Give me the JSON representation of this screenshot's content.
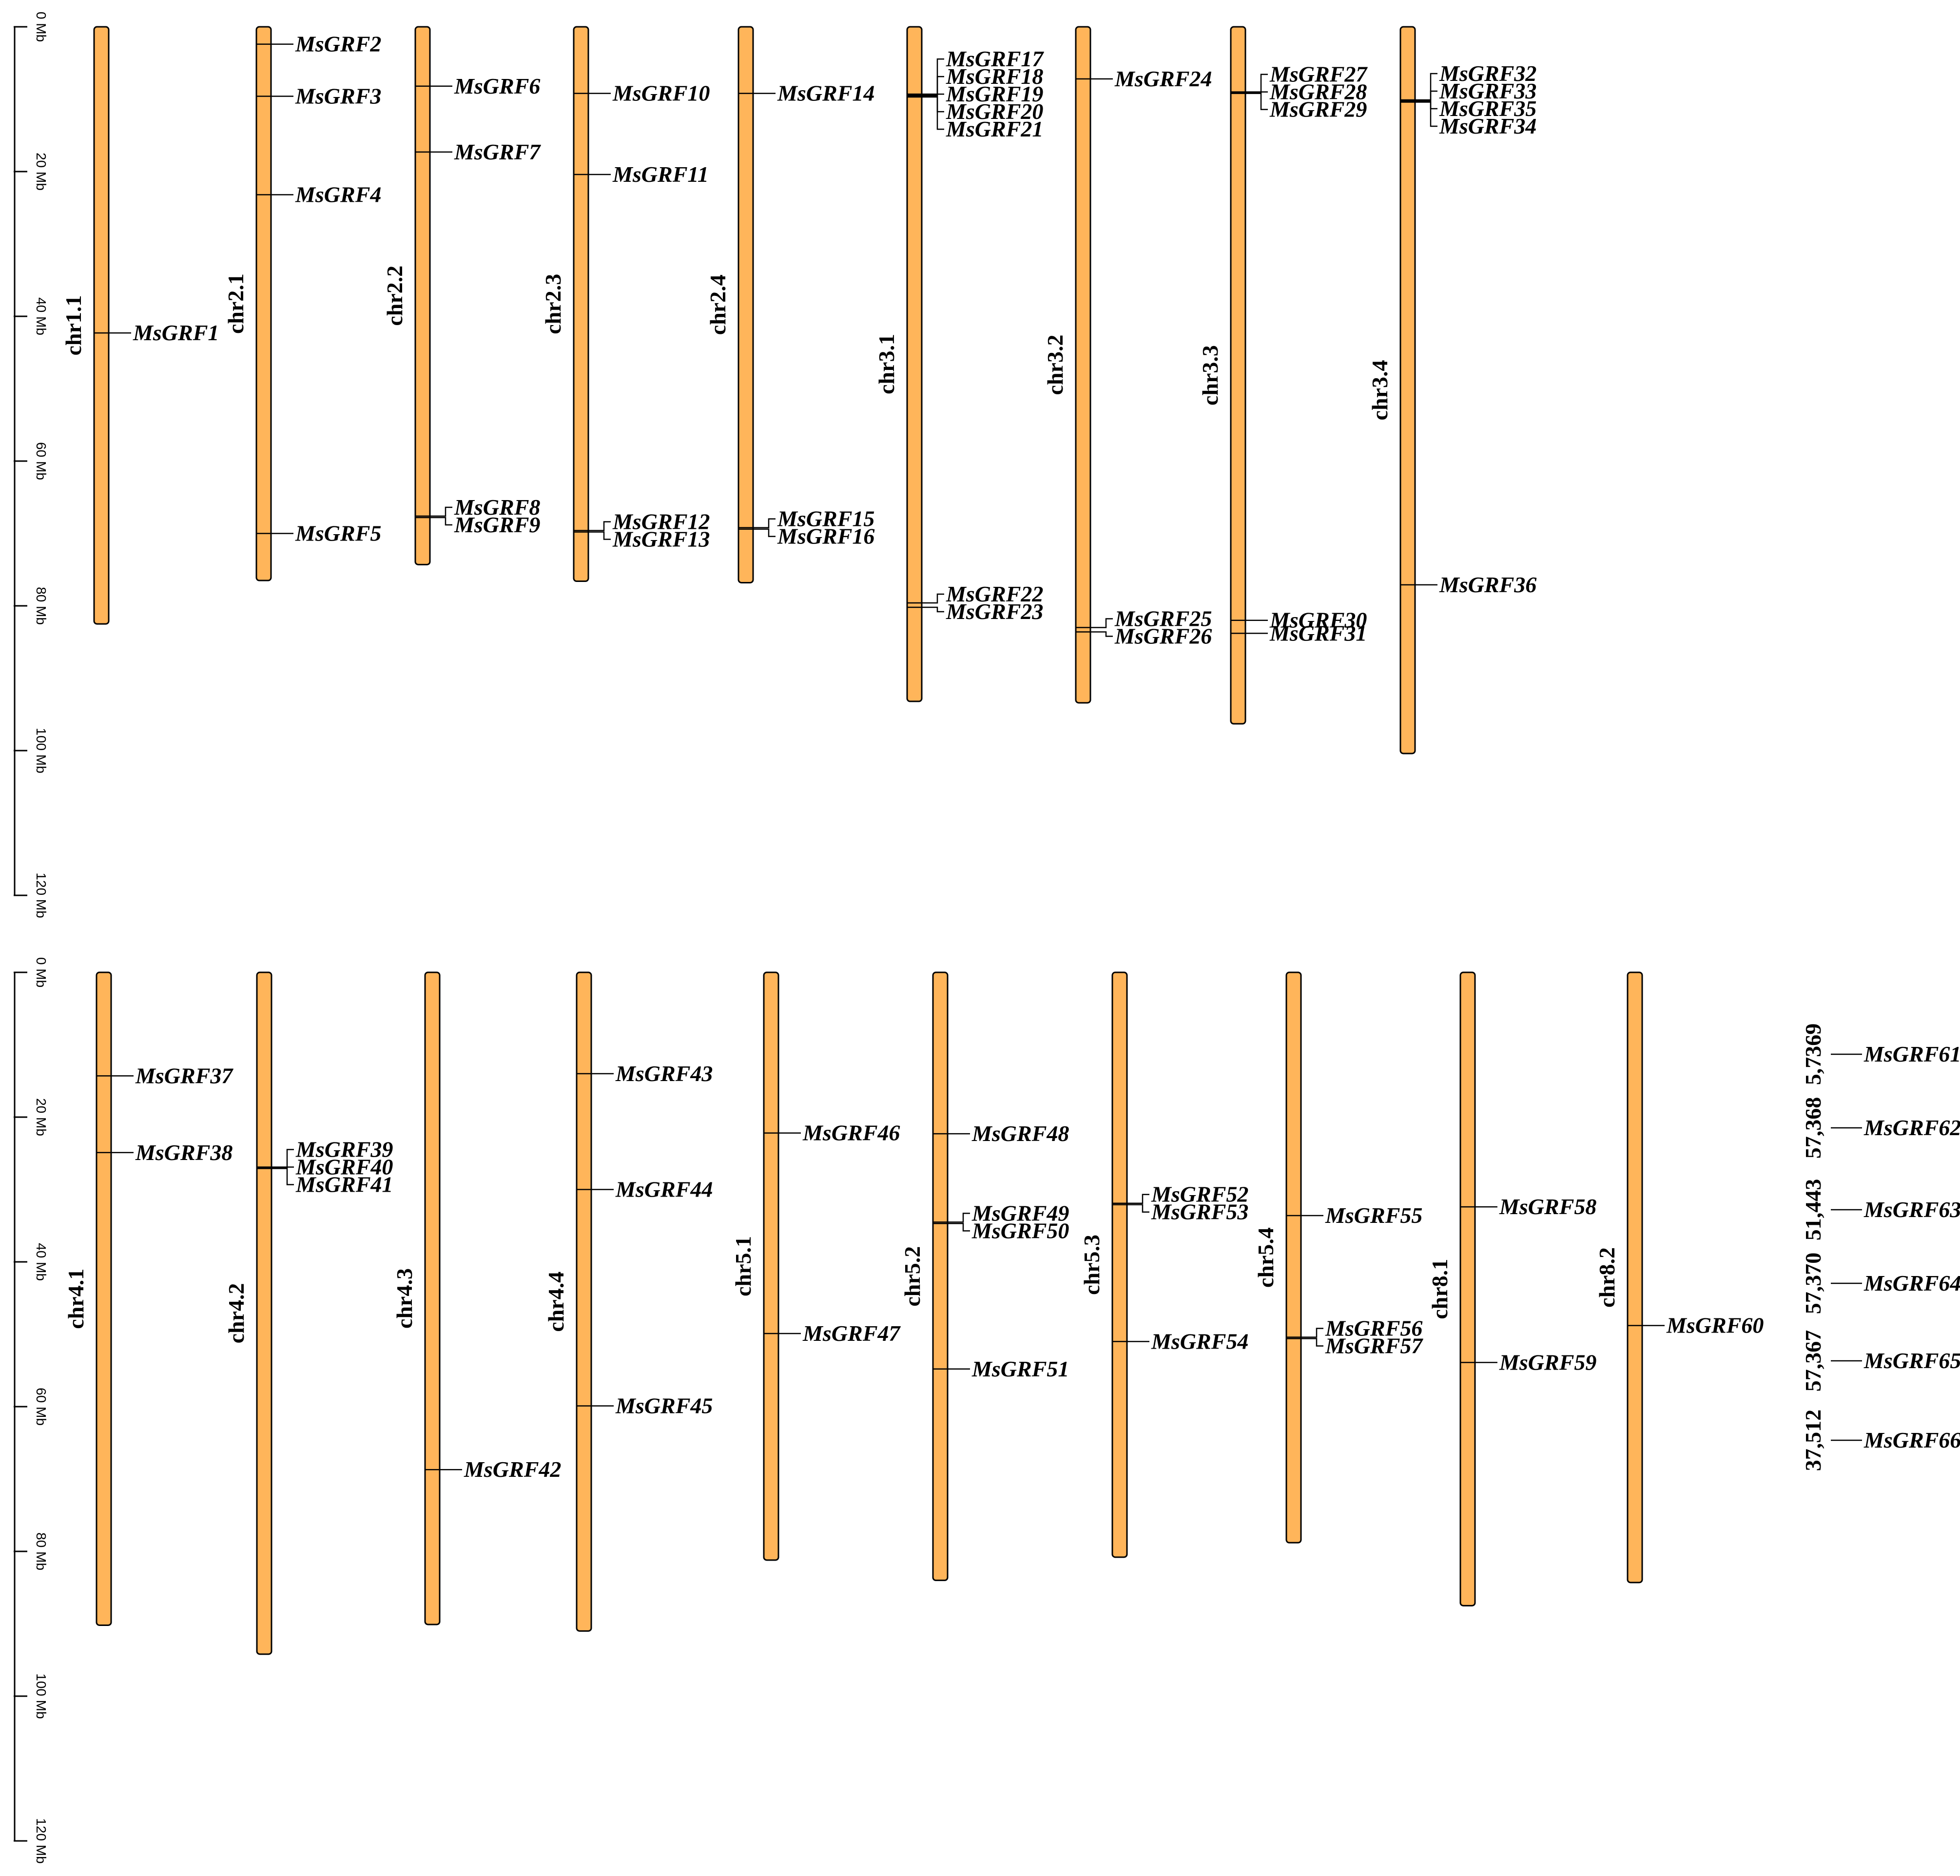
{
  "colors": {
    "chromosome_fill": "#FFB55A",
    "outline": "#000000"
  },
  "axis": {
    "unit": "Mb",
    "max": 120,
    "step": 20,
    "tick_labels": [
      "0 Mb",
      "20 Mb",
      "40 Mb",
      "60 Mb",
      "80 Mb",
      "100 Mb",
      "120 Mb"
    ]
  },
  "panels": [
    {
      "chromosomes": [
        {
          "name": "chr1.1",
          "length": 82.5,
          "genes": [
            {
              "name": "MsGRF1",
              "pos": 42.3
            }
          ]
        },
        {
          "name": "chr2.1",
          "length": 76.5,
          "genes": [
            {
              "name": "MsGRF2",
              "pos": 2.4
            },
            {
              "name": "MsGRF3",
              "pos": 9.6
            },
            {
              "name": "MsGRF4",
              "pos": 23.2
            },
            {
              "name": "MsGRF5",
              "pos": 70.0
            }
          ]
        },
        {
          "name": "chr2.2",
          "length": 74.3,
          "genes": [
            {
              "name": "MsGRF6",
              "pos": 8.2
            },
            {
              "name": "MsGRF7",
              "pos": 17.3
            },
            {
              "name": "MsGRF8",
              "pos": 67.6
            },
            {
              "name": "MsGRF9",
              "pos": 67.8
            }
          ]
        },
        {
          "name": "chr2.3",
          "length": 76.6,
          "genes": [
            {
              "name": "MsGRF10",
              "pos": 9.2
            },
            {
              "name": "MsGRF11",
              "pos": 20.4
            },
            {
              "name": "MsGRF12",
              "pos": 69.6
            },
            {
              "name": "MsGRF13",
              "pos": 69.8
            }
          ]
        },
        {
          "name": "chr2.4",
          "length": 76.8,
          "genes": [
            {
              "name": "MsGRF14",
              "pos": 9.2
            },
            {
              "name": "MsGRF15",
              "pos": 69.2
            },
            {
              "name": "MsGRF16",
              "pos": 69.4
            }
          ]
        },
        {
          "name": "chr3.1",
          "length": 93.2,
          "genes": [
            {
              "name": "MsGRF17",
              "pos": 9.3
            },
            {
              "name": "MsGRF18",
              "pos": 9.4
            },
            {
              "name": "MsGRF19",
              "pos": 9.5
            },
            {
              "name": "MsGRF20",
              "pos": 9.6
            },
            {
              "name": "MsGRF21",
              "pos": 9.7
            },
            {
              "name": "MsGRF22",
              "pos": 79.6
            },
            {
              "name": "MsGRF23",
              "pos": 80.2
            }
          ]
        },
        {
          "name": "chr3.2",
          "length": 93.4,
          "genes": [
            {
              "name": "MsGRF24",
              "pos": 7.2
            },
            {
              "name": "MsGRF25",
              "pos": 83.0
            },
            {
              "name": "MsGRF26",
              "pos": 83.6
            }
          ]
        },
        {
          "name": "chr3.3",
          "length": 96.3,
          "genes": [
            {
              "name": "MsGRF27",
              "pos": 9.0
            },
            {
              "name": "MsGRF28",
              "pos": 9.1
            },
            {
              "name": "MsGRF29",
              "pos": 9.2
            },
            {
              "name": "MsGRF30",
              "pos": 82.0
            },
            {
              "name": "MsGRF31",
              "pos": 83.8
            }
          ]
        },
        {
          "name": "chr3.4",
          "length": 100.4,
          "genes": [
            {
              "name": "MsGRF32",
              "pos": 10.1
            },
            {
              "name": "MsGRF33",
              "pos": 10.2
            },
            {
              "name": "MsGRF35",
              "pos": 10.3
            },
            {
              "name": "MsGRF34",
              "pos": 10.4
            },
            {
              "name": "MsGRF36",
              "pos": 77.1
            }
          ]
        }
      ]
    },
    {
      "chromosomes": [
        {
          "name": "chr4.1",
          "length": 90.2,
          "genes": [
            {
              "name": "MsGRF37",
              "pos": 14.3
            },
            {
              "name": "MsGRF38",
              "pos": 24.9
            }
          ]
        },
        {
          "name": "chr4.2",
          "length": 94.2,
          "genes": [
            {
              "name": "MsGRF39",
              "pos": 26.9
            },
            {
              "name": "MsGRF40",
              "pos": 27.0
            },
            {
              "name": "MsGRF41",
              "pos": 27.1
            }
          ]
        },
        {
          "name": "chr4.3",
          "length": 90.1,
          "genes": [
            {
              "name": "MsGRF42",
              "pos": 68.7
            }
          ]
        },
        {
          "name": "chr4.4",
          "length": 91.0,
          "genes": [
            {
              "name": "MsGRF43",
              "pos": 14.0
            },
            {
              "name": "MsGRF44",
              "pos": 30.0
            },
            {
              "name": "MsGRF45",
              "pos": 59.9
            }
          ]
        },
        {
          "name": "chr5.1",
          "length": 81.2,
          "genes": [
            {
              "name": "MsGRF46",
              "pos": 22.2
            },
            {
              "name": "MsGRF47",
              "pos": 49.9
            }
          ]
        },
        {
          "name": "chr5.2",
          "length": 84.0,
          "genes": [
            {
              "name": "MsGRF48",
              "pos": 22.3
            },
            {
              "name": "MsGRF49",
              "pos": 34.5
            },
            {
              "name": "MsGRF50",
              "pos": 34.7
            },
            {
              "name": "MsGRF51",
              "pos": 54.8
            }
          ]
        },
        {
          "name": "chr5.3",
          "length": 80.8,
          "genes": [
            {
              "name": "MsGRF52",
              "pos": 31.9
            },
            {
              "name": "MsGRF53",
              "pos": 32.1
            },
            {
              "name": "MsGRF54",
              "pos": 51.0
            }
          ]
        },
        {
          "name": "chr5.4",
          "length": 78.8,
          "genes": [
            {
              "name": "MsGRF55",
              "pos": 33.6
            },
            {
              "name": "MsGRF56",
              "pos": 50.4
            },
            {
              "name": "MsGRF57",
              "pos": 50.6
            }
          ]
        },
        {
          "name": "chr8.1",
          "length": 87.5,
          "genes": [
            {
              "name": "MsGRF58",
              "pos": 32.4
            },
            {
              "name": "MsGRF59",
              "pos": 53.9
            }
          ]
        },
        {
          "name": "chr8.2",
          "length": 84.3,
          "genes": [
            {
              "name": "MsGRF60",
              "pos": 48.8
            }
          ]
        }
      ],
      "scaffolds": [
        {
          "label": "5,7369",
          "gene": "MsGRF61"
        },
        {
          "label": "57,368",
          "gene": "MsGRF62"
        },
        {
          "label": "51,443",
          "gene": "MsGRF63"
        },
        {
          "label": "57,370",
          "gene": "MsGRF64"
        },
        {
          "label": "57,367",
          "gene": "MsGRF65"
        },
        {
          "label": "37,512",
          "gene": "MsGRF66"
        }
      ]
    }
  ]
}
